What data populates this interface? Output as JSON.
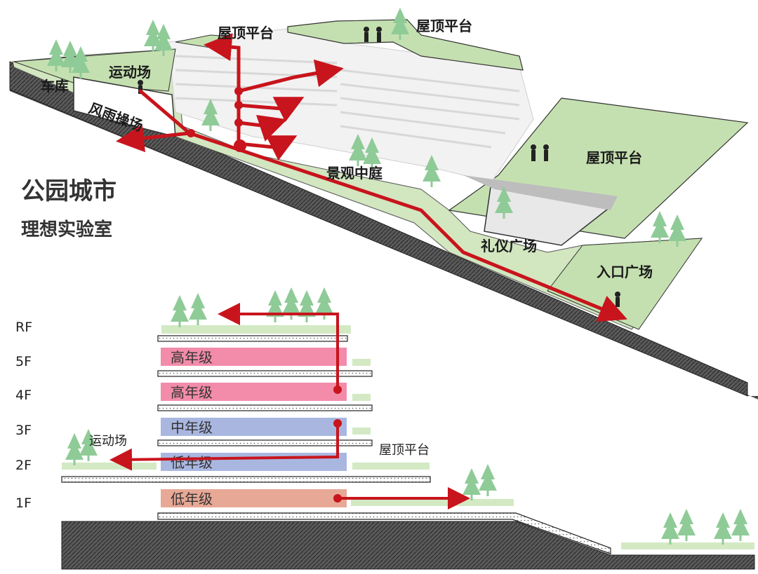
{
  "title": {
    "line1": "公园城市",
    "line2": "理想实验室"
  },
  "axon_labels": {
    "roof1": "屋顶平台",
    "roof2": "屋顶平台",
    "roof3": "屋顶平台",
    "sports": "运动场",
    "garage": "车库",
    "covered_field": "风雨操场",
    "courtyard": "景观中庭",
    "ceremony_plaza": "礼仪广场",
    "entrance_plaza": "入口广场"
  },
  "section": {
    "floors": [
      "RF",
      "5F",
      "4F",
      "3F",
      "2F",
      "1F"
    ],
    "grades": [
      {
        "label": "高年级",
        "color": "#f28caa"
      },
      {
        "label": "高年级",
        "color": "#f28caa"
      },
      {
        "label": "中年级",
        "color": "#a9b7e0"
      },
      {
        "label": "低年级",
        "color": "#a9b7e0"
      },
      {
        "label": "低年级",
        "color": "#e8a896"
      }
    ],
    "sports_label": "运动场",
    "roof_label": "屋顶平台"
  },
  "colors": {
    "green": "#c5e0b0",
    "route": "#c8141c",
    "tree": "#8fcb97",
    "ground": "#4a4a4a"
  }
}
